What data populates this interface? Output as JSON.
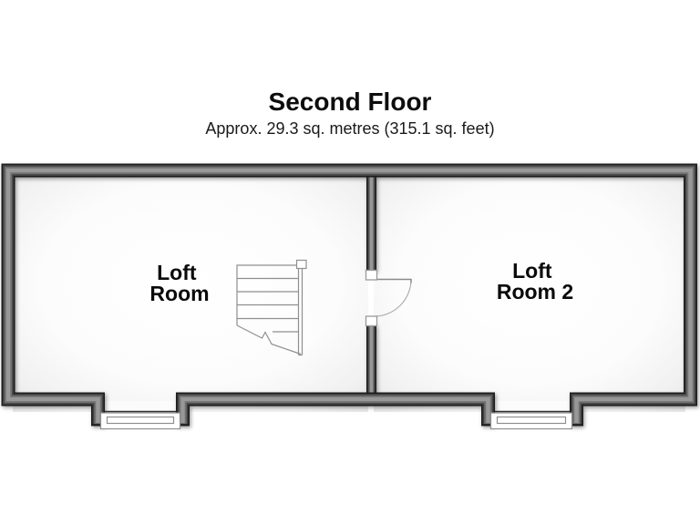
{
  "header": {
    "title": "Second Floor",
    "subtitle": "Approx. 29.3 sq. metres (315.1 sq. feet)"
  },
  "floorplan": {
    "room1": {
      "line1": "Loft",
      "line2": "Room"
    },
    "room2": {
      "line1": "Loft",
      "line2": "Room 2"
    }
  },
  "symbols": {
    "staircase": "staircase-with-break-line",
    "door": "single-door-swing-right",
    "windows": [
      "window-bay-left",
      "window-bay-right"
    ]
  },
  "colors": {
    "wall_dark": "#1b1b1b",
    "wall_mid": "#6f6f6f",
    "wall_core": "#989898",
    "symbol_line": "#8f8f8f",
    "label_text": "#0a0a0a",
    "floor_edge_tint": "#e9e9e9"
  }
}
